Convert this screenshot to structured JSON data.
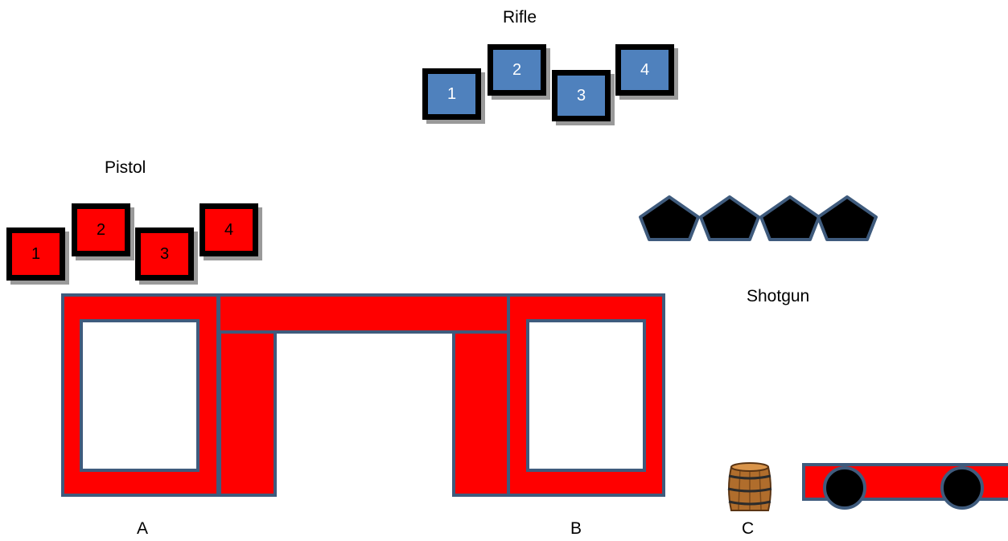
{
  "labels": {
    "rifle": "Rifle",
    "pistol": "Pistol",
    "shotgun": "Shotgun",
    "pos_a": "A",
    "pos_b": "B",
    "pos_c": "C"
  },
  "rifle_targets": [
    "1",
    "2",
    "3",
    "4"
  ],
  "pistol_targets": [
    "1",
    "2",
    "3",
    "4"
  ],
  "shotgun_target_count": 4,
  "colors": {
    "structure_fill": "#ff0000",
    "structure_stroke": "#3f5b7d",
    "rifle_target": "#4f81bd",
    "pistol_target": "#ff0000",
    "shotgun_target": "#000000"
  },
  "icons": {
    "barrel": "barrel-icon",
    "cart_wheel": "wheel-icon"
  }
}
